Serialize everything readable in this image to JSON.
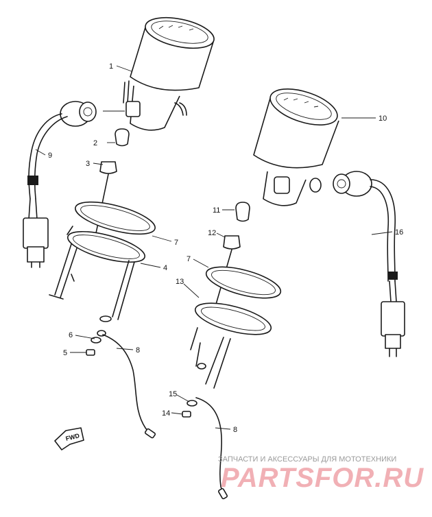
{
  "callouts": {
    "c1": "1",
    "c2": "2",
    "c3": "3",
    "c4": "4",
    "c5": "5",
    "c6": "6",
    "c7a": "7",
    "c7b": "7",
    "c8a": "8",
    "c8b": "8",
    "c9": "9",
    "c10": "10",
    "c11": "11",
    "c12": "12",
    "c13": "13",
    "c14": "14",
    "c15": "15",
    "c16": "16"
  },
  "fwd_label": "FWD",
  "watermark": {
    "tagline": "ЗАПЧАСТИ И АКСЕССУАРЫ ДЛЯ МОТОТЕХНИКИ",
    "logo": "PARTSFOR.RU",
    "logo_color": "#f1b0b5"
  }
}
